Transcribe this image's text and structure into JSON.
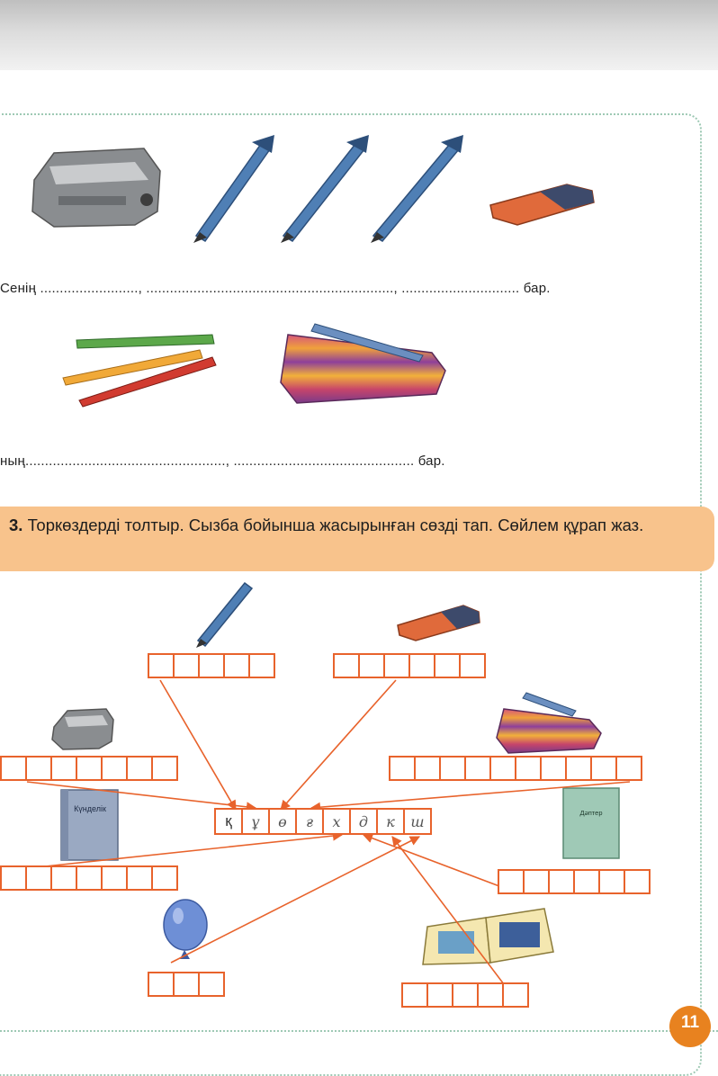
{
  "sentences": {
    "line1": {
      "start": "Сенің",
      "end": "бар."
    },
    "line2": {
      "start": "ның",
      "end": "бар."
    }
  },
  "task": {
    "number": "3.",
    "text": "Торкөздерді толтыр. Сызба бойынша жасырынған сөзді тап. Сөйлем құрап жаз."
  },
  "notebooks": {
    "left_label": "Күнделік",
    "right_label": "Дәптер"
  },
  "answer_row": [
    "қ",
    "ұ",
    "ө",
    "ғ",
    "х",
    "д",
    "к",
    "ш"
  ],
  "page_number": "11",
  "colors": {
    "accent": "#e8632c",
    "banner": "#f8c38c",
    "frame": "#9ec9b4",
    "badge": "#e8821f"
  }
}
